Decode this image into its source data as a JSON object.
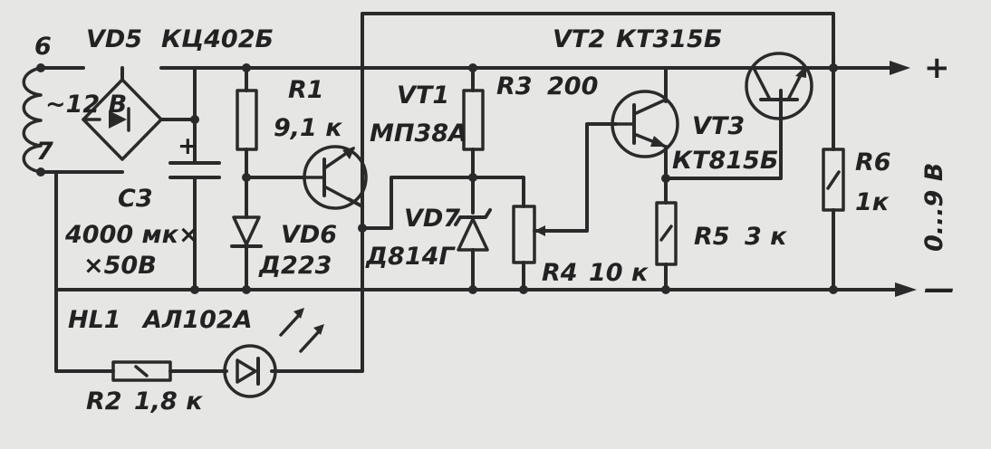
{
  "colors": {
    "ink": "#2a2a2a",
    "paper": "#e6e6e4"
  },
  "transformer": {
    "pin_top": "6",
    "pin_bottom": "7",
    "voltage": "~12 В"
  },
  "bridge": {
    "ref": "VD5",
    "type": "КЦ402Б"
  },
  "capacitor": {
    "ref": "C3",
    "value_line1": "4000 мк×",
    "value_line2": "×50В",
    "polarity": "+"
  },
  "r1": {
    "ref": "R1",
    "value": "9,1 к"
  },
  "r2": {
    "ref": "R2",
    "value": "1,8 к"
  },
  "r3": {
    "ref": "R3",
    "value": "200"
  },
  "r4": {
    "ref": "R4",
    "value": "10 к"
  },
  "r5": {
    "ref": "R5",
    "value": "3 к"
  },
  "r6": {
    "ref": "R6",
    "value": "1к"
  },
  "vd6": {
    "ref": "VD6",
    "type": "Д223"
  },
  "vd7": {
    "ref": "VD7",
    "type": "Д814Г"
  },
  "vt1": {
    "ref": "VT1",
    "type": "МП38А"
  },
  "vt2": {
    "ref": "VT2",
    "type": "КТ315Б"
  },
  "vt3": {
    "ref": "VT3",
    "type": "КТ815Б"
  },
  "led": {
    "ref": "HL1",
    "type": "АЛ102А"
  },
  "output": {
    "plus": "+",
    "minus": "—",
    "range": "0...9 В"
  }
}
